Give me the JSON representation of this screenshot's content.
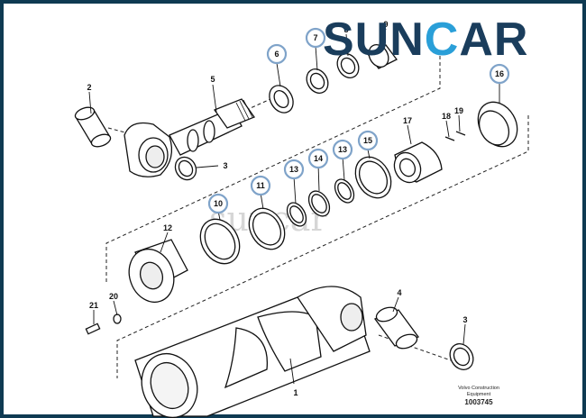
{
  "brand": {
    "left": "SUN",
    "accent": "C",
    "right": "AR",
    "accent_color": "#2a9fd8",
    "main_color": "#1a3d5c"
  },
  "watermark": "suncar",
  "footer": {
    "line1": "Volvo Construction",
    "line2": "Equipment",
    "code": "1003745"
  },
  "highlight_color": "#7fa3c9",
  "callouts": [
    {
      "id": "c1",
      "text": "1"
    },
    {
      "id": "c2",
      "text": "2"
    },
    {
      "id": "c3a",
      "text": "3"
    },
    {
      "id": "c3b",
      "text": "3"
    },
    {
      "id": "c4",
      "text": "4"
    },
    {
      "id": "c5",
      "text": "5"
    },
    {
      "id": "c6",
      "text": "6"
    },
    {
      "id": "c7",
      "text": "7"
    },
    {
      "id": "c8",
      "text": "8"
    },
    {
      "id": "c9",
      "text": "9"
    },
    {
      "id": "c10",
      "text": "10"
    },
    {
      "id": "c11",
      "text": "11"
    },
    {
      "id": "c12",
      "text": "12"
    },
    {
      "id": "c13a",
      "text": "13"
    },
    {
      "id": "c13b",
      "text": "13"
    },
    {
      "id": "c14",
      "text": "14"
    },
    {
      "id": "c15",
      "text": "15"
    },
    {
      "id": "c16",
      "text": "16"
    },
    {
      "id": "c17",
      "text": "17"
    },
    {
      "id": "c18",
      "text": "18"
    },
    {
      "id": "c19",
      "text": "19"
    },
    {
      "id": "c20",
      "text": "20"
    },
    {
      "id": "c21",
      "text": "21"
    }
  ]
}
